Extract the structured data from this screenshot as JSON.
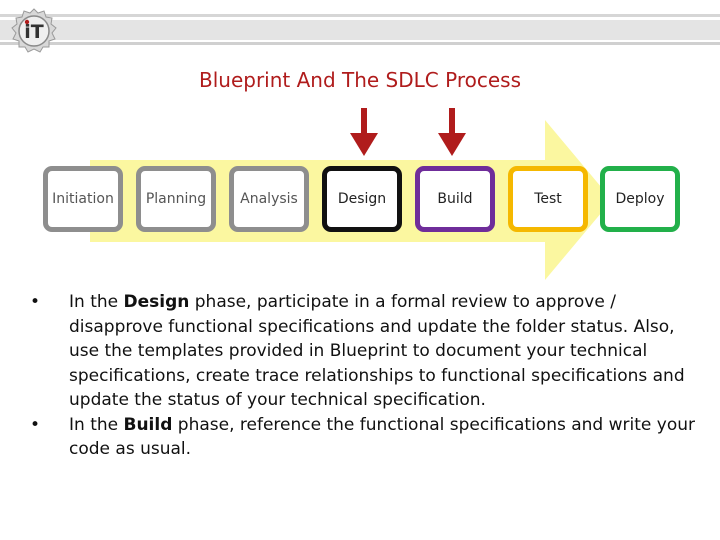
{
  "header": {
    "logo_text": "iT",
    "title": "Blueprint And The SDLC Process"
  },
  "colors": {
    "accent": "#b01c1c",
    "arrow_fill": "#fbf7a0",
    "design_border": "#111111",
    "build_border": "#6f2d9a",
    "test_border": "#f5b800",
    "deploy_border": "#22b04a",
    "neutral_border": "#8e8e8e"
  },
  "diagram": {
    "phases": [
      {
        "label": "Initiation",
        "border": "#8e8e8e"
      },
      {
        "label": "Planning",
        "border": "#8e8e8e"
      },
      {
        "label": "Analysis",
        "border": "#8e8e8e"
      },
      {
        "label": "Design",
        "border": "#111111"
      },
      {
        "label": "Build",
        "border": "#6f2d9a"
      },
      {
        "label": "Test",
        "border": "#f5b800"
      },
      {
        "label": "Deploy",
        "border": "#22b04a"
      }
    ],
    "markers": [
      "Design",
      "Build"
    ]
  },
  "bullets": [
    {
      "symbol": "•",
      "pre": "In the ",
      "bold": "Design",
      "post": " phase, participate in a formal review to approve / disapprove  functional specifications  and update the folder status. Also,  use the templates provided in Blueprint to document your technical specifications, create trace relationships to functional specifications and update the status of your technical specification."
    },
    {
      "symbol": "•",
      "pre": "In the ",
      "bold": "Build",
      "post": " phase, reference the functional specifications and write your code as usual."
    }
  ]
}
